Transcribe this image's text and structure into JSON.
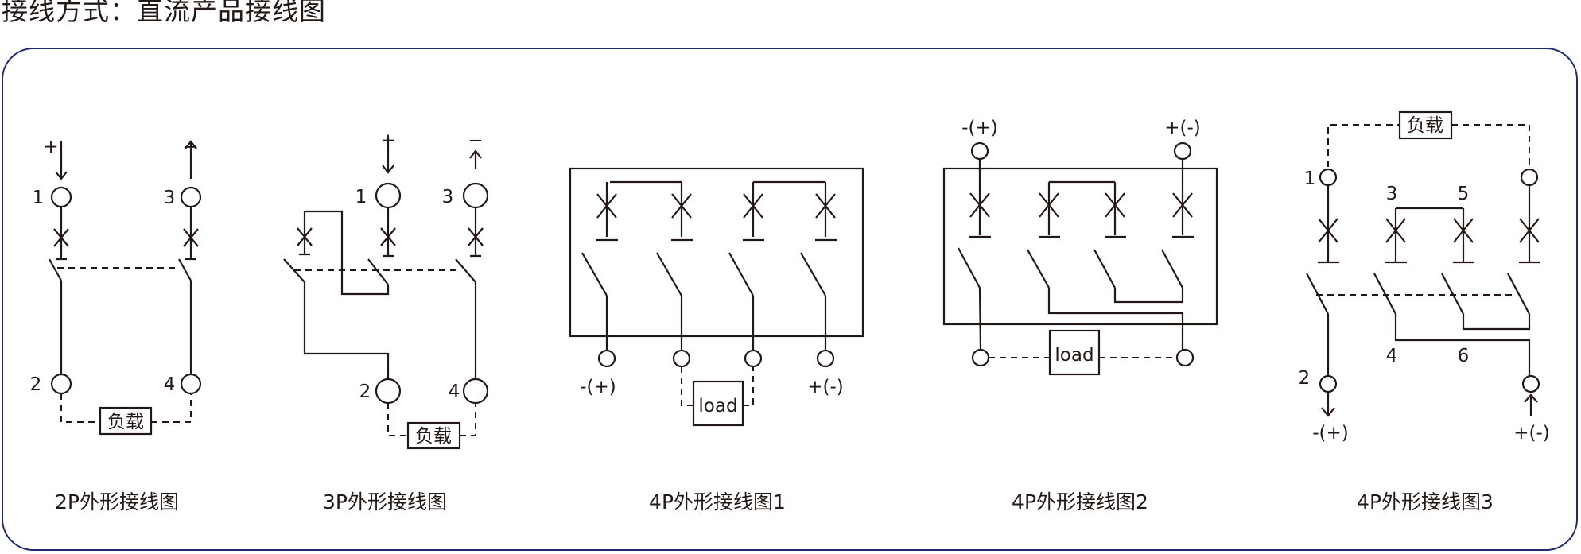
{
  "page": {
    "title": "接线方式：直流产品接线图"
  },
  "diagrams": [
    {
      "caption": "2P外形接线图",
      "terminals": [
        "1",
        "3",
        "2",
        "4"
      ],
      "polarity": [
        "+",
        "−"
      ],
      "load_label": "负载"
    },
    {
      "caption": "3P外形接线图",
      "terminals": [
        "1",
        "3",
        "2",
        "4"
      ],
      "polarity": [
        "+",
        "−"
      ],
      "load_label": "负载"
    },
    {
      "caption": "4P外形接线图1",
      "polarity": [
        "-(+)",
        "+(-)"
      ],
      "load_label": "load"
    },
    {
      "caption": "4P外形接线图2",
      "polarity": [
        "-(+)",
        "+(-)"
      ],
      "load_label": "load"
    },
    {
      "caption": "4P外形接线图3",
      "terminals": [
        "1",
        "3",
        "5",
        "2",
        "4",
        "6"
      ],
      "polarity": [
        "-(+)",
        "+(-)"
      ],
      "load_label": "负载"
    }
  ]
}
